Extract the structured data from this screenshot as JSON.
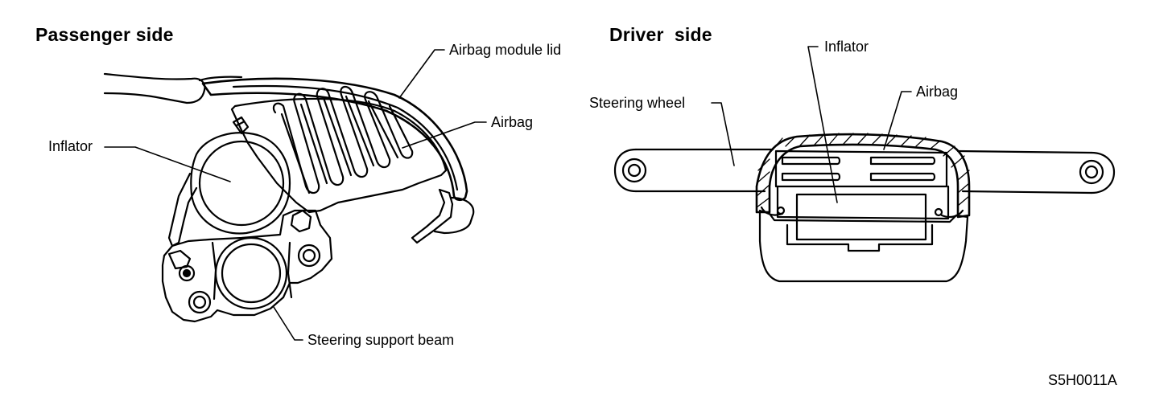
{
  "passenger": {
    "title": "Passenger side",
    "labels": {
      "lid": "Airbag module lid",
      "airbag": "Airbag",
      "inflator": "Inflator",
      "beam": "Steering support beam"
    }
  },
  "driver": {
    "title": "Driver  side",
    "labels": {
      "inflator": "Inflator",
      "airbag": "Airbag",
      "wheel": "Steering wheel"
    }
  },
  "figure_code": "S5H0011A"
}
